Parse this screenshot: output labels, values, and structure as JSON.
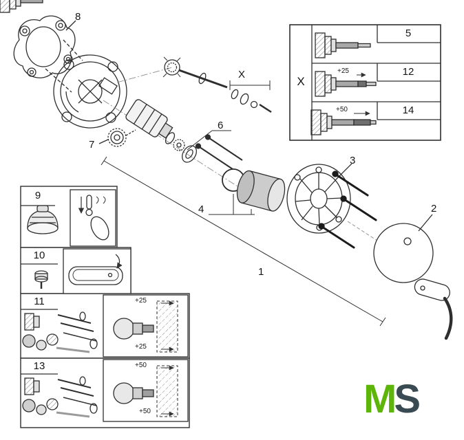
{
  "labels": {
    "part1": "1",
    "part2": "2",
    "part3": "3",
    "part4": "4",
    "part6": "6",
    "part7": "7",
    "part8": "8",
    "dim_x": "X"
  },
  "variant_box": {
    "x": "X",
    "rows": [
      {
        "num": "5",
        "offset": null
      },
      {
        "num": "12",
        "offset": "+25"
      },
      {
        "num": "14",
        "offset": "+50"
      }
    ]
  },
  "panel": {
    "rows": [
      {
        "num": "9"
      },
      {
        "num": "10"
      },
      {
        "num": "11",
        "offset_top": "+25",
        "offset_bottom": "+25"
      },
      {
        "num": "13",
        "offset_top": "+50",
        "offset_bottom": "+50"
      }
    ]
  },
  "logo": {
    "m": "M",
    "s": "S"
  },
  "colors": {
    "logo_m": "#5DB50A",
    "logo_s": "#3A4A52",
    "line": "#2E2E2E"
  }
}
